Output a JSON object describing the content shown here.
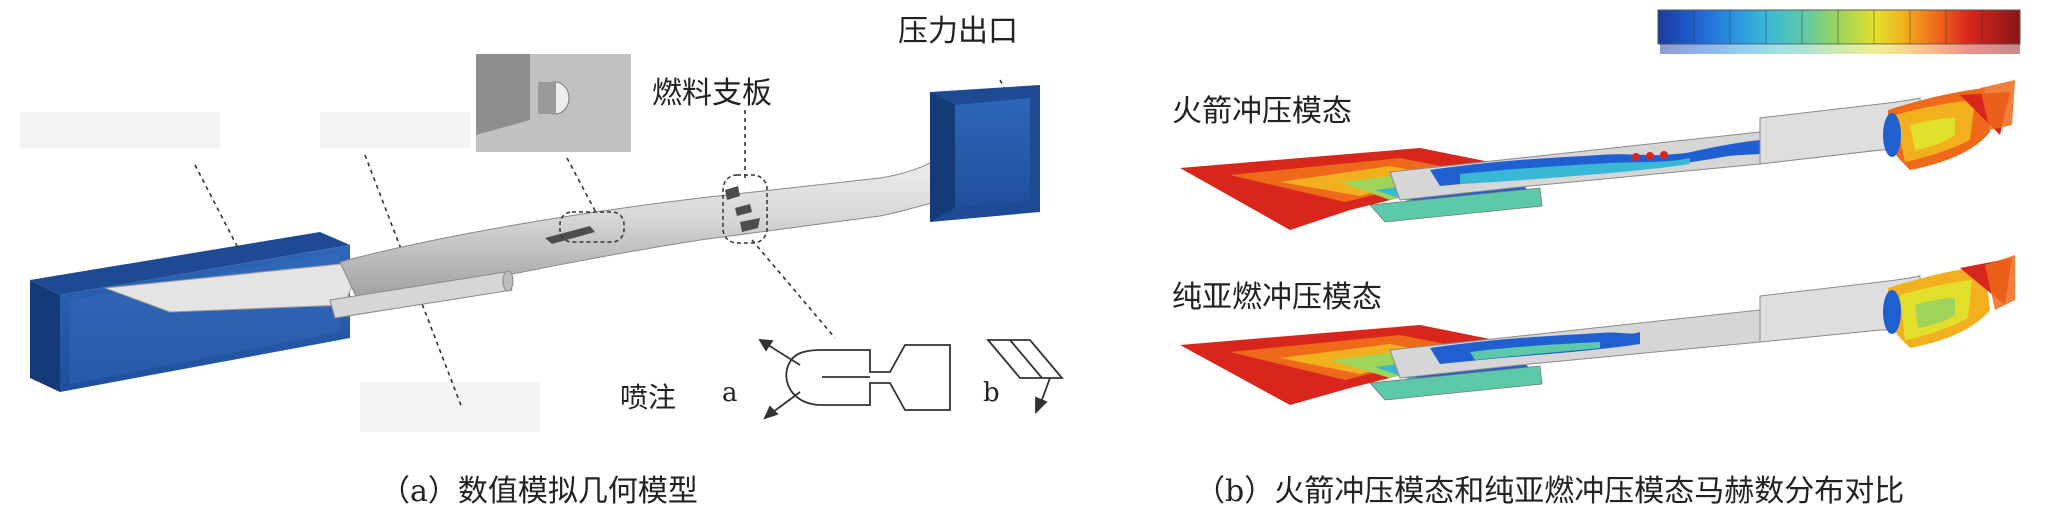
{
  "panel_a": {
    "labels": {
      "pressure_outlet": "压力出口",
      "fuel_strut": "燃料支板",
      "injection": "喷注",
      "a": "a",
      "b": "b"
    },
    "caption": "（a）数值模拟几何模型"
  },
  "panel_b": {
    "rocket_mode_label": "火箭冲压模态",
    "scramjet_mode_label": "纯亚燃冲压模态",
    "colorbar_colors": [
      "#1a3a9e",
      "#1f5fd0",
      "#2a8fe0",
      "#39b8d6",
      "#5cc9a8",
      "#9fd45a",
      "#e3e02c",
      "#f2b01e",
      "#ee6a1a",
      "#d8261c",
      "#b01c1c",
      "#8a1616"
    ],
    "caption": "（b）火箭冲压模态和纯亚燃冲压模态马赫数分布对比"
  }
}
